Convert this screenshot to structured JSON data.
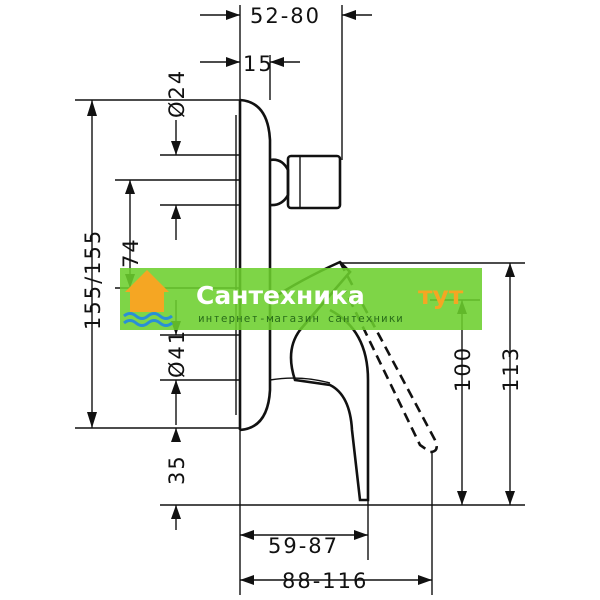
{
  "dimensions": {
    "top_width": "52-80",
    "top_offset": "15",
    "diameter_top": "Ø24",
    "height_total": "155/155",
    "height_74": "74",
    "diameter_mid": "Ø41",
    "height_35": "35",
    "height_100": "100",
    "height_113": "113",
    "bottom_width_1": "59-87",
    "bottom_width_2": "88-116"
  },
  "watermark": {
    "title": "Сантехника",
    "accent": "тут",
    "subtitle": "интернет-магазин сантехники",
    "colors": {
      "band": "#6ccf2e",
      "accent": "#f5a623"
    }
  }
}
